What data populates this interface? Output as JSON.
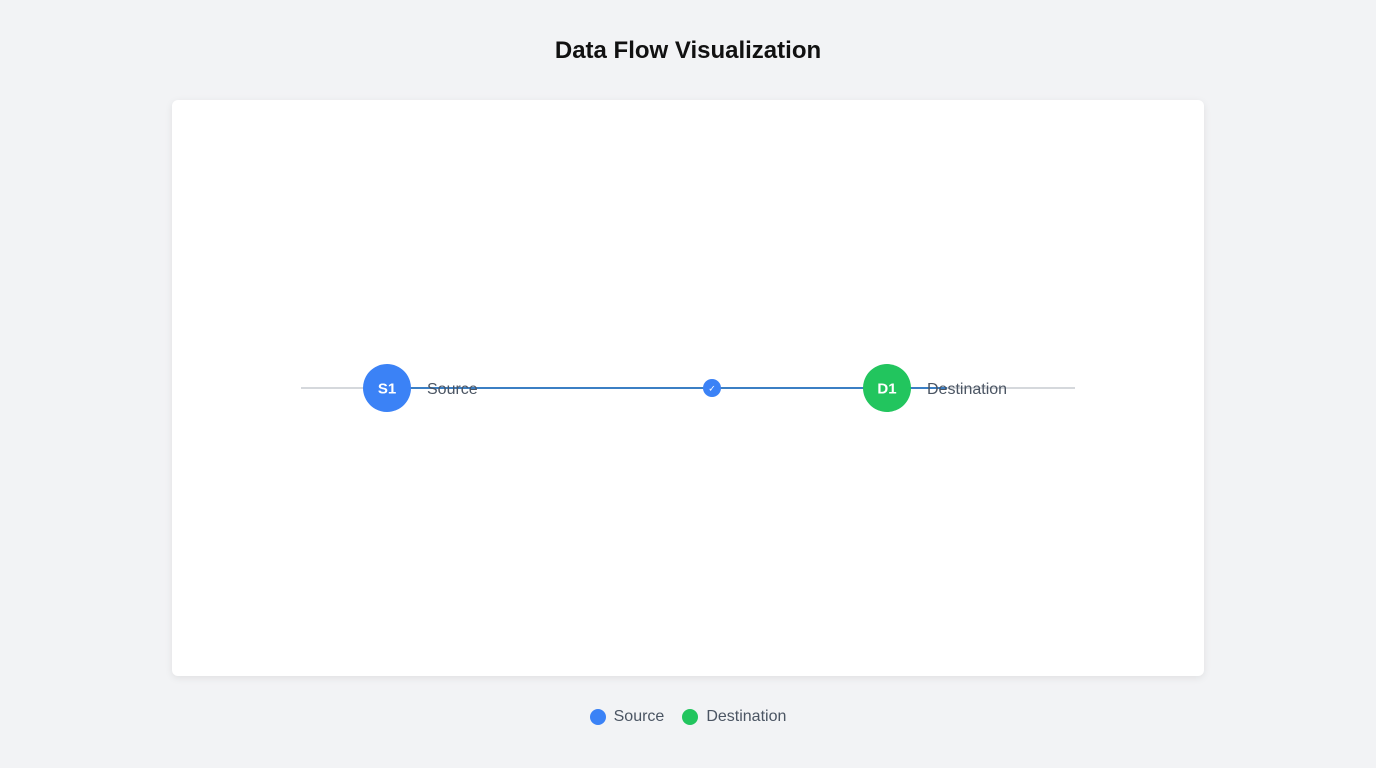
{
  "page": {
    "title": "Data Flow Visualization"
  },
  "nodes": {
    "source": {
      "code": "S1",
      "label": "Source",
      "color": "#3b82f6"
    },
    "destination": {
      "code": "D1",
      "label": "Destination",
      "color": "#22c55e"
    }
  },
  "edge": {
    "color": "#3b7fc4",
    "track_color": "#c7cbd1",
    "marker": {
      "icon": "check-icon",
      "glyph": "✓",
      "color": "#3b82f6"
    }
  },
  "legend": {
    "items": [
      {
        "label": "Source",
        "color": "#3b82f6"
      },
      {
        "label": "Destination",
        "color": "#22c55e"
      }
    ]
  }
}
